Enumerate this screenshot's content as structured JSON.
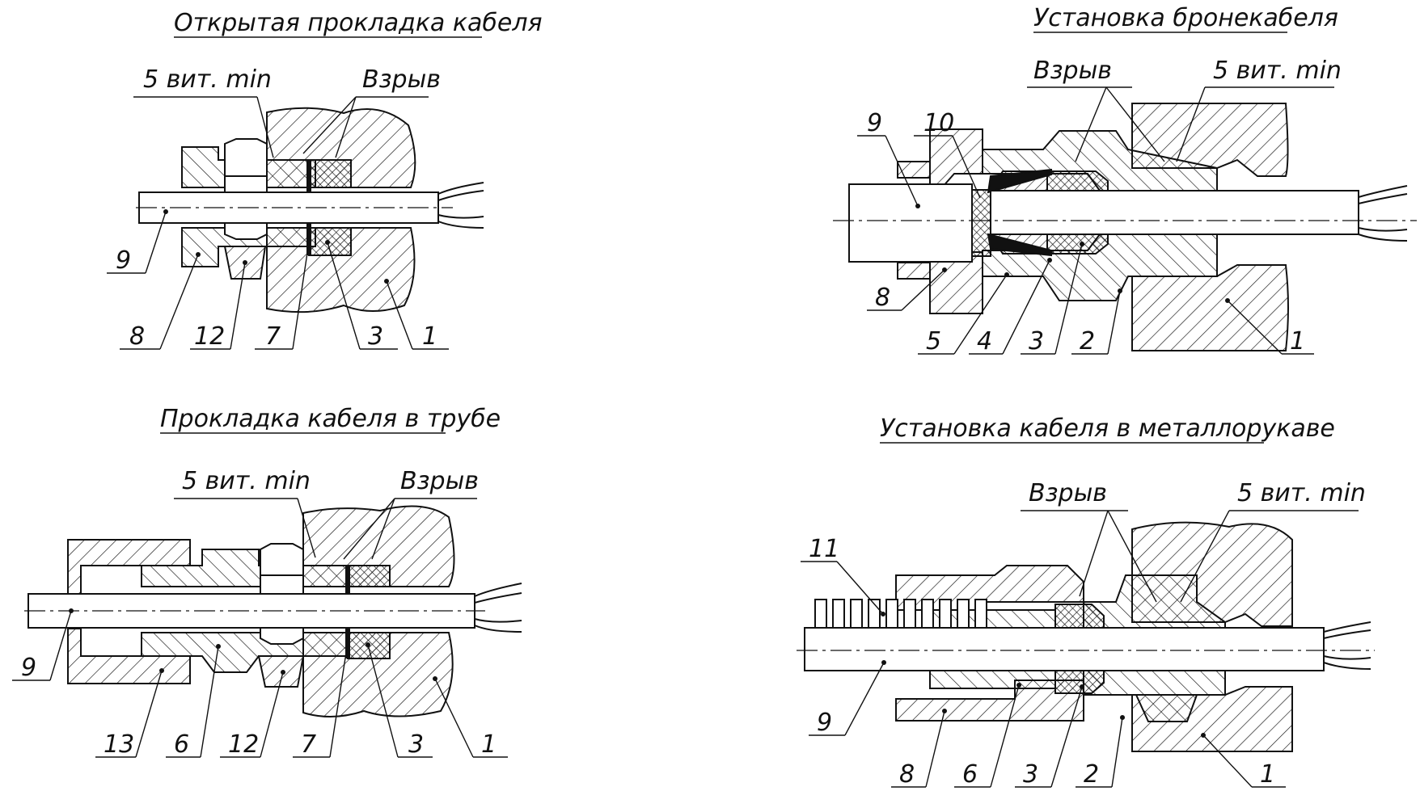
{
  "panels": {
    "open": {
      "title": "Открытая прокладка кабеля",
      "turns_label": "5 вит. min",
      "explosion_label": "Взрыв",
      "items": [
        "9",
        "8",
        "12",
        "7",
        "3",
        "1"
      ]
    },
    "armored": {
      "title": "Установка бронекабеля",
      "turns_label": "5 вит. min",
      "explosion_label": "Взрыв",
      "items": [
        "9",
        "10",
        "8",
        "5",
        "4",
        "3",
        "2",
        "1"
      ]
    },
    "pipe": {
      "title": "Прокладка кабеля в трубе",
      "turns_label": "5 вит. min",
      "explosion_label": "Взрыв",
      "items": [
        "9",
        "13",
        "6",
        "12",
        "7",
        "3",
        "1"
      ]
    },
    "hose": {
      "title": "Установка кабеля в металлорукаве",
      "turns_label": "5 вит. min",
      "explosion_label": "Взрыв",
      "items": [
        "11",
        "9",
        "8",
        "6",
        "3",
        "2",
        "1"
      ]
    }
  }
}
